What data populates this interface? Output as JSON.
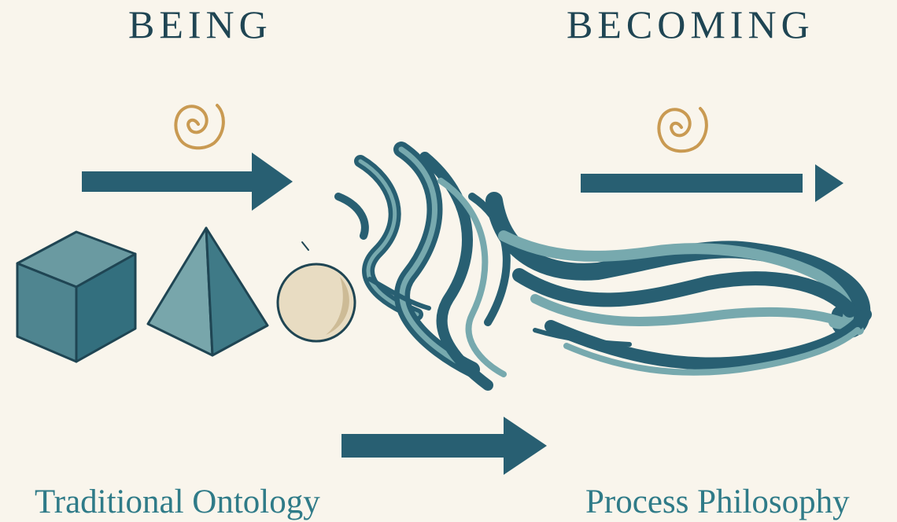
{
  "headings": {
    "left": "BEING",
    "right": "BECOMING"
  },
  "captions": {
    "left": "Traditional Ontology",
    "right": "Process Philosophy"
  },
  "colors": {
    "background": "#f9f5ec",
    "heading": "#1f4553",
    "caption": "#2f7b88",
    "teal_dark": "#285f72",
    "teal_light": "#77a9ae",
    "spiral_gold": "#c99a52",
    "sphere": "#e8dcc2"
  },
  "icons": [
    "spiral-icon",
    "arrow-right-icon",
    "cube-icon",
    "pyramid-icon",
    "sphere-icon",
    "flowing-wave-icon"
  ]
}
